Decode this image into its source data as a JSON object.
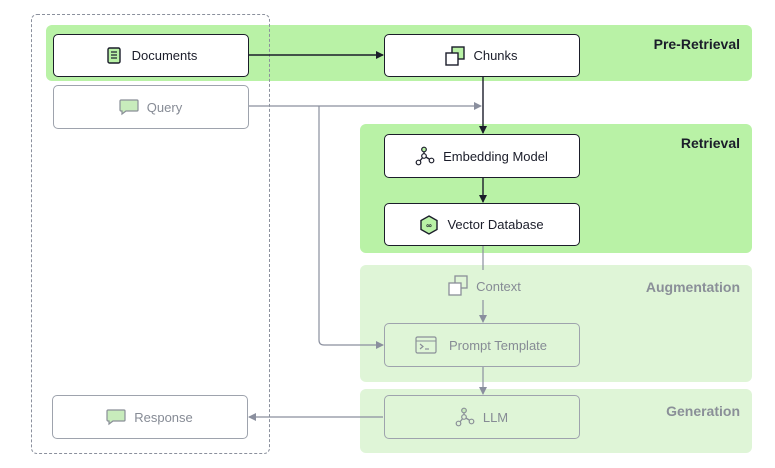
{
  "stages": {
    "pre_retrieval": "Pre-Retrieval",
    "retrieval": "Retrieval",
    "augmentation": "Augmentation",
    "generation": "Generation"
  },
  "nodes": {
    "documents": "Documents",
    "chunks": "Chunks",
    "query": "Query",
    "embedding_model": "Embedding Model",
    "vector_database": "Vector Database",
    "context": "Context",
    "prompt_template": "Prompt Template",
    "llm": "LLM",
    "response": "Response"
  },
  "icons": {
    "documents": "document-icon",
    "chunks": "chunks-icon",
    "query": "chat-bubble-icon",
    "embedding_model": "network-icon",
    "vector_database": "database-hex-icon",
    "context": "context-stack-icon",
    "prompt_template": "terminal-icon",
    "llm": "network-icon",
    "response": "chat-bubble-icon"
  },
  "colors": {
    "band_strong": "#b9f2a6",
    "band_light": "#dff5d7",
    "dark": "#1b1d2a",
    "muted": "#8a8f98"
  }
}
